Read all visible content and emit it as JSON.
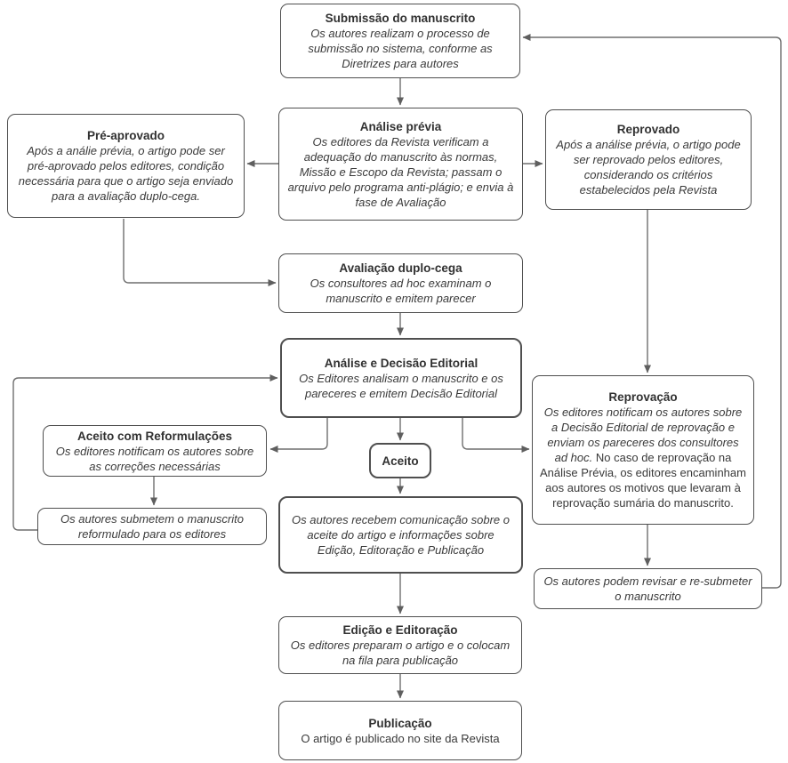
{
  "diagram_type": "editorial-workflow-flowchart",
  "language": "pt-BR",
  "colors": {
    "background": "#ffffff",
    "box_border": "#4f4f4f",
    "title_text": "#313131",
    "body_text": "#3a3a3a",
    "connector": "#6e6e6e",
    "arrowhead": "#5f5f5f"
  },
  "nodes": {
    "submissao": {
      "title": "Submissão do manuscrito",
      "body": "Os autores realizam o processo de submissão no sistema, conforme as Diretrizes para autores"
    },
    "analise_previa": {
      "title": "Análise prévia",
      "body": "Os editores da Revista verificam a adequação do manuscrito às normas, Missão e Escopo da Revista; passam o arquivo pelo programa anti-plágio; e envia à fase de Avaliação"
    },
    "pre_aprovado": {
      "title": "Pré-aprovado",
      "body": "Após a análie prévia, o artigo pode ser pré-aprovado pelos editores, condição necessária para que o artigo seja enviado para a avaliação duplo-cega."
    },
    "reprovado": {
      "title": "Reprovado",
      "body": "Após a análise prévia, o artigo pode ser reprovado pelos editores, considerando os critérios estabelecidos pela Revista"
    },
    "avaliacao_duplo_cega": {
      "title": "Avaliação duplo-cega",
      "body": "Os consultores ad hoc examinam o manuscrito e emitem parecer"
    },
    "analise_decisao": {
      "title": "Análise e Decisão Editorial",
      "body": "Os Editores analisam o manuscrito e os pareceres e emitem Decisão Editorial"
    },
    "aceito_reformulacoes": {
      "title": "Aceito com Reformulações",
      "body": "Os editores notificam os autores sobre as correções necessárias"
    },
    "aceito": {
      "title": "Aceito"
    },
    "reprovacao": {
      "title": "Reprovação",
      "body_italic": "Os editores notificam os autores sobre a Decisão Editorial de reprovação e enviam os pareceres dos consultores ad hoc.",
      "body_regular": "No caso de reprovação na Análise Prévia, os editores encaminham aos autores os motivos que levaram à reprovação sumária do manuscrito."
    },
    "submetem_reformulado": {
      "body": "Os autores submetem o manuscrito reformulado para os editores"
    },
    "recebem_comunicacao": {
      "body": "Os autores recebem comunicação sobre o aceite do artigo e informações sobre Edição, Editoração e Publicação"
    },
    "podem_revisar": {
      "body": "Os autores podem revisar e re-submeter o manuscrito"
    },
    "edicao_editoracao": {
      "title": "Edição e Editoração",
      "body": "Os editores preparam o artigo e o colocam na fila para publicação"
    },
    "publicacao": {
      "title": "Publicação",
      "body": "O artigo é publicado no site da Revista"
    }
  }
}
